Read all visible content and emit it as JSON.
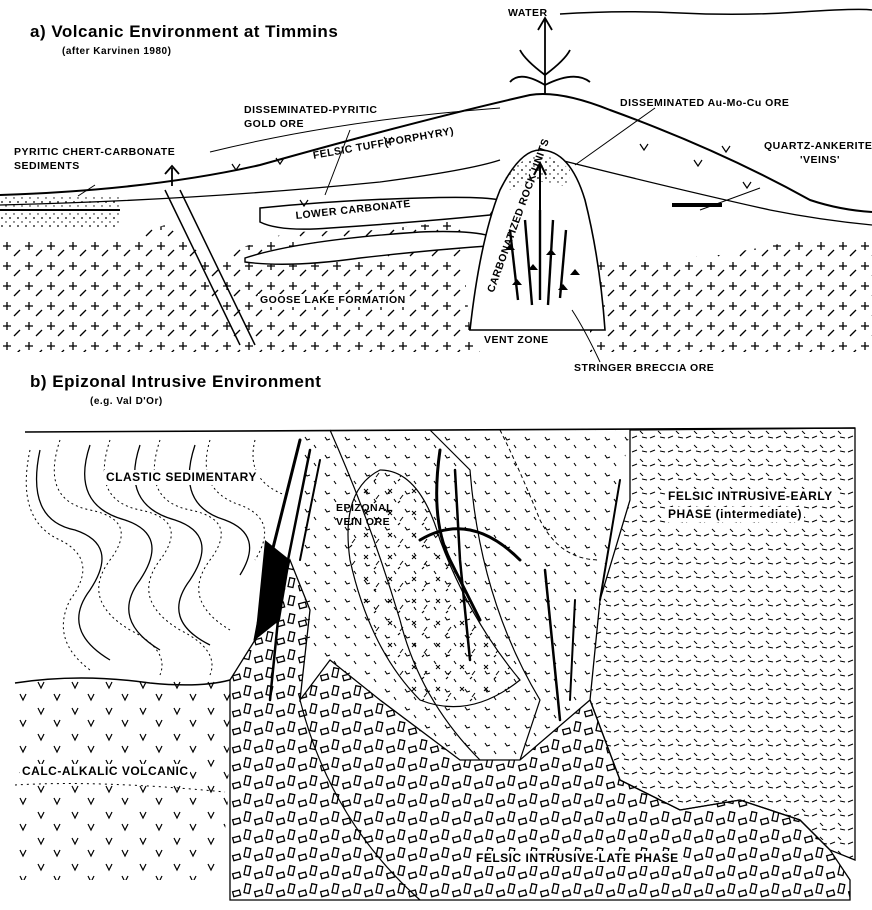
{
  "panel_a": {
    "title": "a) Volcanic Environment at Timmins",
    "subtitle": "(after Karvinen 1980)",
    "labels": {
      "water": "WATER",
      "pyritic_chert_1": "PYRITIC CHERT-CARBONATE",
      "pyritic_chert_2": "SEDIMENTS",
      "dissem_pyritic_1": "DISSEMINATED-PYRITIC",
      "dissem_pyritic_2": "GOLD ORE",
      "felsic_tuff": "FELSIC TUFF(PORPHYRY)",
      "dissem_au": "DISSEMINATED Au-Mo-Cu ORE",
      "quartz_ankerite_1": "QUARTZ-ANKERITE",
      "quartz_ankerite_2": "'VEINS'",
      "lower_carbonate": "LOWER CARBONATE",
      "carbonatized": "CARBONATIZED ROCK UNITS",
      "goose_lake": "GOOSE LAKE FORMATION",
      "vent_zone": "VENT ZONE",
      "stringer_breccia": "STRINGER BRECCIA ORE"
    }
  },
  "panel_b": {
    "title": "b) Epizonal Intrusive Environment",
    "subtitle": "(e.g. Val D'Or)",
    "labels": {
      "clastic": "CLASTIC SEDIMENTARY",
      "epizonal_1": "EPIZONAL",
      "epizonal_2": "VEIN ORE",
      "felsic_early_1": "FELSIC INTRUSIVE-EARLY",
      "felsic_early_2": "PHASE (intermediate)",
      "calc_alkalic": "CALC-ALKALIC VOLCANIC",
      "felsic_late": "FELSIC INTRUSIVE-LATE PHASE"
    }
  }
}
